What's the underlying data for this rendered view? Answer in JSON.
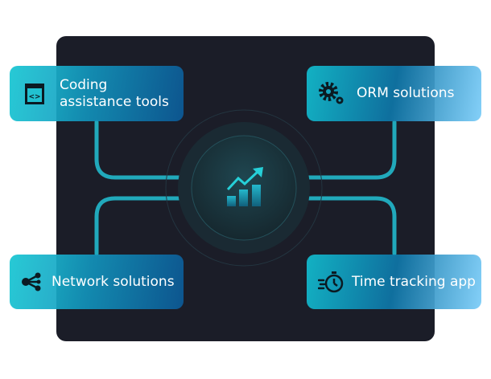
{
  "center": {
    "icon": "growth-chart-icon"
  },
  "cards": [
    {
      "label": "Coding assistance tools",
      "icon": "code-window-icon"
    },
    {
      "label": "ORM solutions",
      "icon": "gears-icon"
    },
    {
      "label": "Network solutions",
      "icon": "share-nodes-icon"
    },
    {
      "label": "Time tracking app",
      "icon": "stopwatch-icon"
    }
  ],
  "colors": {
    "panel": "#1b1d28",
    "accent": "#22c6d6"
  }
}
